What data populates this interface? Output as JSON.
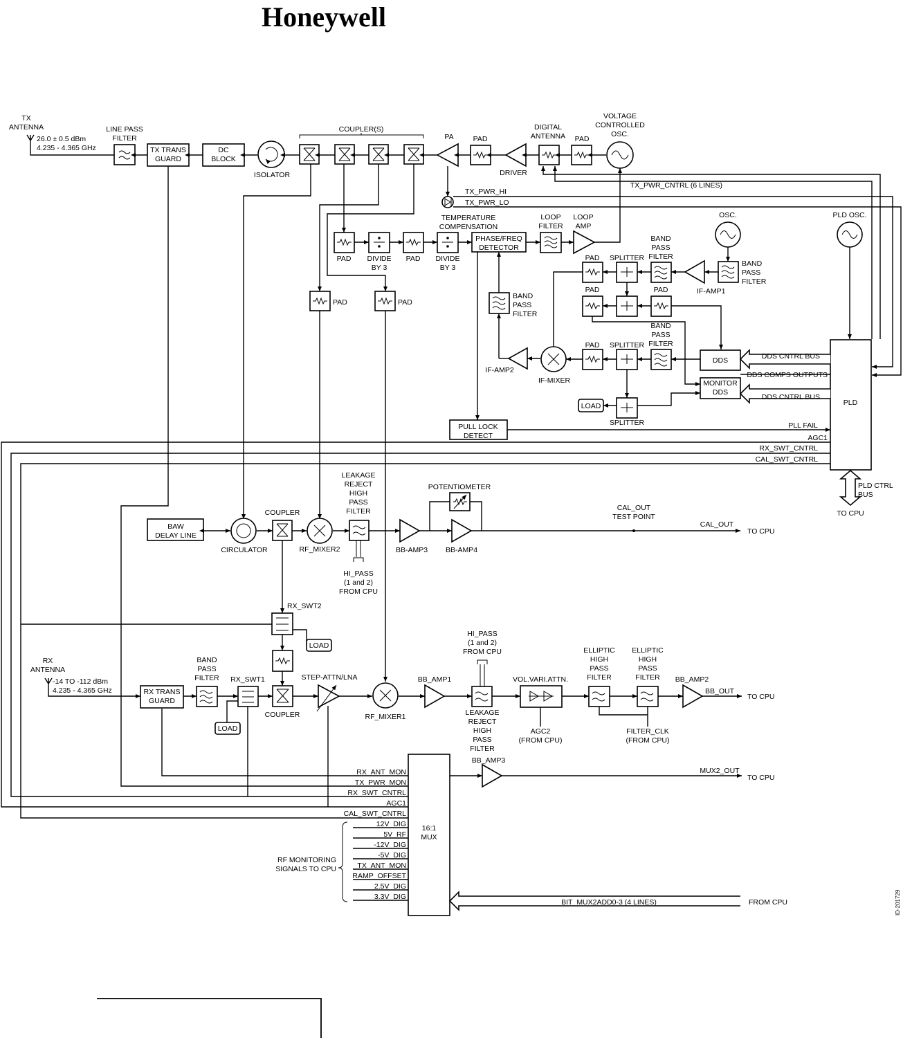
{
  "brand": "Honeywell",
  "doc_id": "ID-201729",
  "tx": {
    "antenna": "TX\nANTENNA",
    "power_spec": "26.0 ± 0.5 dBm\n4.235 - 4.365 GHz",
    "line_pass_filter": "LINE PASS\nFILTER",
    "tx_trans_guard": "TX TRANS\nGUARD",
    "dc_block": "DC\nBLOCK",
    "isolator": "ISOLATOR",
    "couplers": "COUPLER(S)",
    "pa": "PA",
    "pad1": "PAD",
    "driver": "DRIVER",
    "digital_antenna": "DIGITAL\nANTENNA",
    "pad2": "PAD",
    "vco": "VOLTAGE\nCONTROLLED\nOSC."
  },
  "synth": {
    "pad_a": "PAD",
    "divide_a": "DIVIDE\nBY 3",
    "pad_b": "PAD",
    "divide_b": "DIVIDE\nBY 3",
    "temp_comp": "TEMPERATURE\nCOMPENSATION",
    "pfd": "PHASE/FREQ\nDETECTOR",
    "loop_filter": "LOOP\nFILTER",
    "loop_amp": "LOOP\nAMP",
    "osc": "OSC.",
    "pld_osc": "PLD OSC.",
    "bpf_top": "BAND\nPASS\nFILTER",
    "bpf_osc": "BAND\nPASS\nFILTER",
    "splitter1": "SPLITTER",
    "pad_s1": "PAD",
    "pad_s2": "PAD",
    "pad_s3": "PAD",
    "if_amp1": "IF-AMP1",
    "bpf_vert": "BAND\nPASS\nFILTER",
    "bpf_mid": "BAND\nPASS\nFILTER",
    "splitter2": "SPLITTER",
    "pad_s4": "PAD",
    "if_amp2": "IF-AMP2",
    "if_mixer": "IF-MIXER",
    "dds": "DDS",
    "monitor_dds": "MONITOR\nDDS",
    "load": "LOAD",
    "splitter3": "SPLITTER",
    "pull_lock": "PULL LOCK\nDETECT",
    "pad_left1": "PAD",
    "pad_left2": "PAD"
  },
  "signals": {
    "tx_pwr_cntrl": "TX_PWR_CNTRL (6 LINES)",
    "tx_pwr_hi": "TX_PWR_HI",
    "tx_pwr_lo": "TX_PWR_LO",
    "dds_cntrl_bus1": "DDS CNTRL BUS",
    "dds_comps": "DDS COMPS OUTPUTS",
    "dds_cntrl_bus2": "DDS CNTRL BUS",
    "pll_fail": "PLL FAIL",
    "agc1": "AGC1",
    "rx_swt_cntrl": "RX_SWT_CNTRL",
    "cal_swt_cntrl": "CAL_SWT_CNTRL",
    "pld": "PLD",
    "pld_ctrl": "PLD CTRL\nBUS",
    "to_cpu": "TO CPU"
  },
  "cal": {
    "baw": "BAW\nDELAY LINE",
    "circulator": "CIRCULATOR",
    "coupler": "COUPLER",
    "rf_mixer2": "RF_MIXER2",
    "leakage": "LEAKAGE\nREJECT\nHIGH\nPASS\nFILTER",
    "hi_pass": "HI_PASS\n(1 and 2)\nFROM CPU",
    "potentiometer": "POTENTIOMETER",
    "bb_amp3": "BB-AMP3",
    "bb_amp4": "BB-AMP4",
    "cal_out_tp": "CAL_OUT\nTEST POINT",
    "cal_out": "CAL_OUT",
    "to_cpu": "TO CPU",
    "rx_swt2": "RX_SWT2",
    "load": "LOAD"
  },
  "rx": {
    "antenna": "RX\nANTENNA",
    "spec": "-14 TO -112 dBm\n4.235 - 4.365 GHz",
    "rx_trans_guard": "RX TRANS\nGUARD",
    "bpf": "BAND\nPASS\nFILTER",
    "rx_swt1": "RX_SWT1",
    "load": "LOAD",
    "coupler": "COUPLER",
    "step_attn": "STEP-ATTN/LNA",
    "rf_mixer1": "RF_MIXER1",
    "bb_amp1": "BB_AMP1",
    "hi_pass": "HI_PASS\n(1 and 2)\nFROM CPU",
    "leakage": "LEAKAGE\nREJECT\nHIGH\nPASS\nFILTER",
    "vol_attn": "VOL.VARI.ATTN.",
    "agc2": "AGC2\n(FROM CPU)",
    "elliptic1": "ELLIPTIC\nHIGH\nPASS\nFILTER",
    "elliptic2": "ELLIPTIC\nHIGH\nPASS\nFILTER",
    "filter_clk": "FILTER_CLK\n(FROM CPU)",
    "bb_amp2": "BB_AMP2",
    "bb_out": "BB_OUT",
    "to_cpu": "TO CPU"
  },
  "mux": {
    "label": "16:1\nMUX",
    "bb_amp3": "BB_AMP3",
    "mux2_out": "MUX2_OUT",
    "to_cpu": "TO CPU",
    "inputs": [
      "RX_ANT_MON",
      "TX_PWR_MON",
      "RX_SWT_CNTRL",
      "AGC1",
      "CAL_SWT_CNTRL",
      "12V_DIG",
      "5V_RF",
      "-12V_DIG",
      "-5V_DIG",
      "TX_ANT_MON",
      "RAMP_OFFSET",
      "2.5V_DIG",
      "3.3V_DIG"
    ],
    "rf_monitoring": "RF MONITORING\nSIGNALS TO CPU",
    "bit_mux": "BIT_MUX2ADD0-3 (4 LINES)",
    "from_cpu": "FROM CPU"
  }
}
